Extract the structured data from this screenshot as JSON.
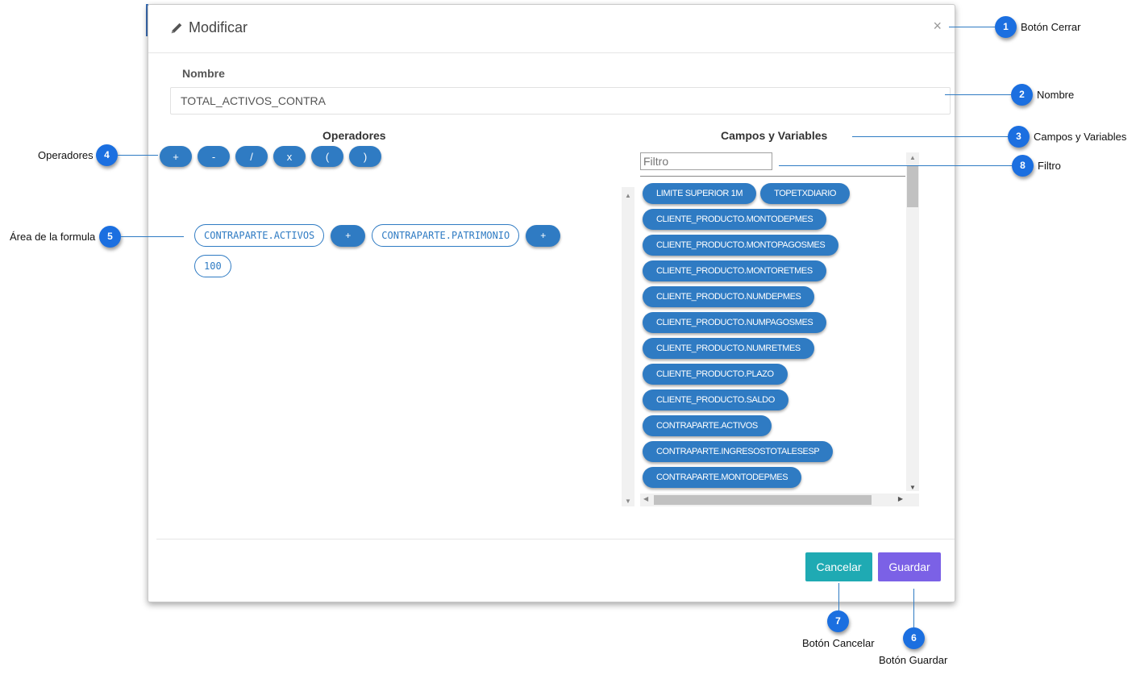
{
  "modal": {
    "title": "Modificar",
    "close_symbol": "×",
    "name_label": "Nombre",
    "name_value": "TOTAL_ACTIVOS_CONTRA",
    "operators_heading": "Operadores",
    "fields_heading": "Campos y Variables",
    "filter_placeholder": "Filtro",
    "cancel_label": "Cancelar",
    "save_label": "Guardar"
  },
  "operators": [
    "+",
    "-",
    "/",
    "x",
    "(",
    ")"
  ],
  "formula": {
    "row1": [
      "CONTRAPARTE.ACTIVOS",
      "+",
      "CONTRAPARTE.PATRIMONIO",
      "+"
    ],
    "row2": [
      "100"
    ]
  },
  "fields": [
    "LIMITE SUPERIOR 1M",
    "TOPETXDIARIO",
    "CLIENTE_PRODUCTO.MONTODEPMES",
    "CLIENTE_PRODUCTO.MONTOPAGOSMES",
    "CLIENTE_PRODUCTO.MONTORETMES",
    "CLIENTE_PRODUCTO.NUMDEPMES",
    "CLIENTE_PRODUCTO.NUMPAGOSMES",
    "CLIENTE_PRODUCTO.NUMRETMES",
    "CLIENTE_PRODUCTO.PLAZO",
    "CLIENTE_PRODUCTO.SALDO",
    "CONTRAPARTE.ACTIVOS",
    "CONTRAPARTE.INGRESOSTOTALESESP",
    "CONTRAPARTE.MONTODEPMES"
  ],
  "annotations": {
    "a1": {
      "num": "1",
      "text": "Botón Cerrar"
    },
    "a2": {
      "num": "2",
      "text": "Nombre"
    },
    "a3": {
      "num": "3",
      "text": "Campos y Variables"
    },
    "a4": {
      "num": "4",
      "text": "Operadores"
    },
    "a5": {
      "num": "5",
      "text": "Área de la formula"
    },
    "a6": {
      "num": "6",
      "text": "Botón Guardar"
    },
    "a7": {
      "num": "7",
      "text": "Botón Cancelar"
    },
    "a8": {
      "num": "8",
      "text": "Filtro"
    }
  },
  "colors": {
    "chip_blue": "#2f7bc3",
    "badge_blue": "#1b6fe0",
    "cancel_teal": "#1faab3",
    "save_purple": "#7b61e6"
  }
}
